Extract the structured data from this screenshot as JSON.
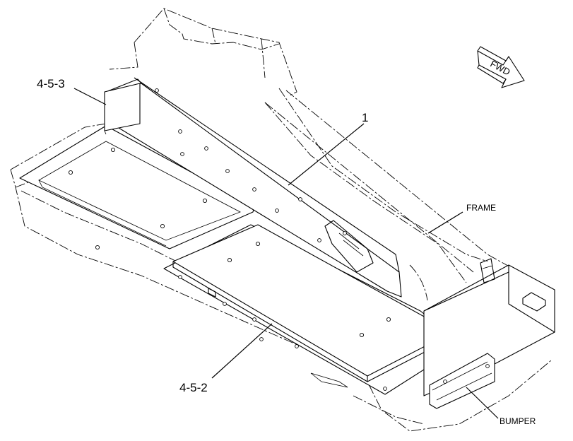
{
  "callouts": {
    "part_1": "1",
    "part_4_5_3": "4-5-3",
    "part_4_5_2": "4-5-2"
  },
  "labels": {
    "frame": "FRAME",
    "bumper": "BUMPER"
  },
  "direction_arrow": {
    "text": "FWD",
    "icon": "forward-arrow-icon"
  }
}
